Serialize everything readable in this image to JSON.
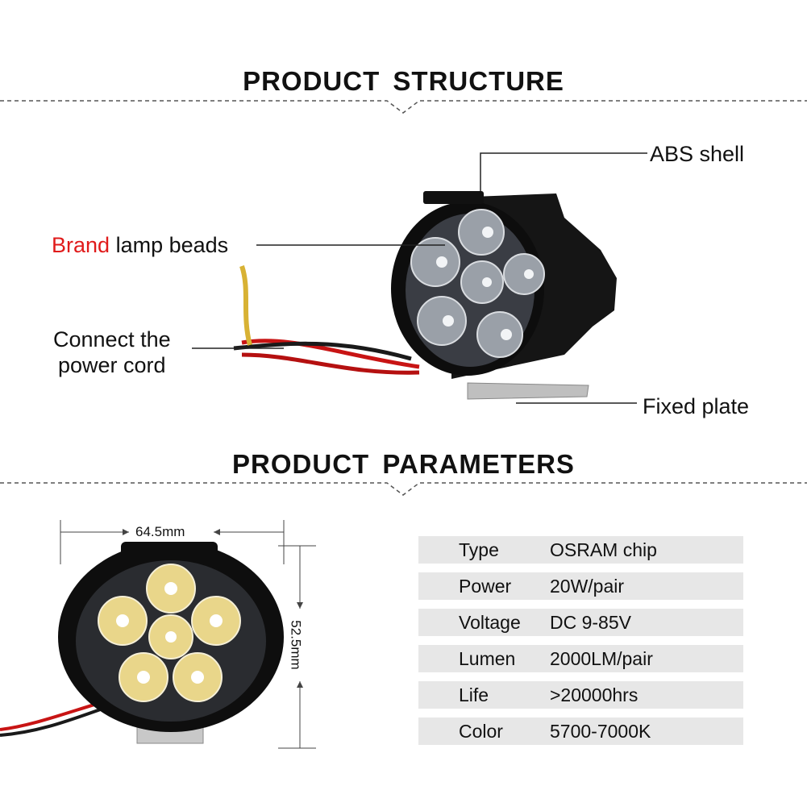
{
  "structure": {
    "title": "PRODUCT  STRUCTURE",
    "abs_shell": "ABS shell",
    "brand_word": "Brand",
    "lamp_beads": " lamp beads",
    "power_cord_line1": "Connect the",
    "power_cord_line2": "power cord",
    "fixed_plate": "Fixed plate"
  },
  "parameters": {
    "title": "PRODUCT  PARAMETERS",
    "width_dim": "64.5mm",
    "height_dim": "52.5mm",
    "rows": [
      {
        "key": "Type",
        "value": "OSRAM chip"
      },
      {
        "key": "Power",
        "value": "20W/pair"
      },
      {
        "key": "Voltage",
        "value": "DC 9-85V"
      },
      {
        "key": "Lumen",
        "value": "2000LM/pair"
      },
      {
        "key": "Life",
        "value": ">20000hrs"
      },
      {
        "key": "Color",
        "value": "5700-7000K"
      }
    ]
  },
  "colors": {
    "brand": "#e01b1b",
    "row_bg": "#e7e7e7"
  }
}
